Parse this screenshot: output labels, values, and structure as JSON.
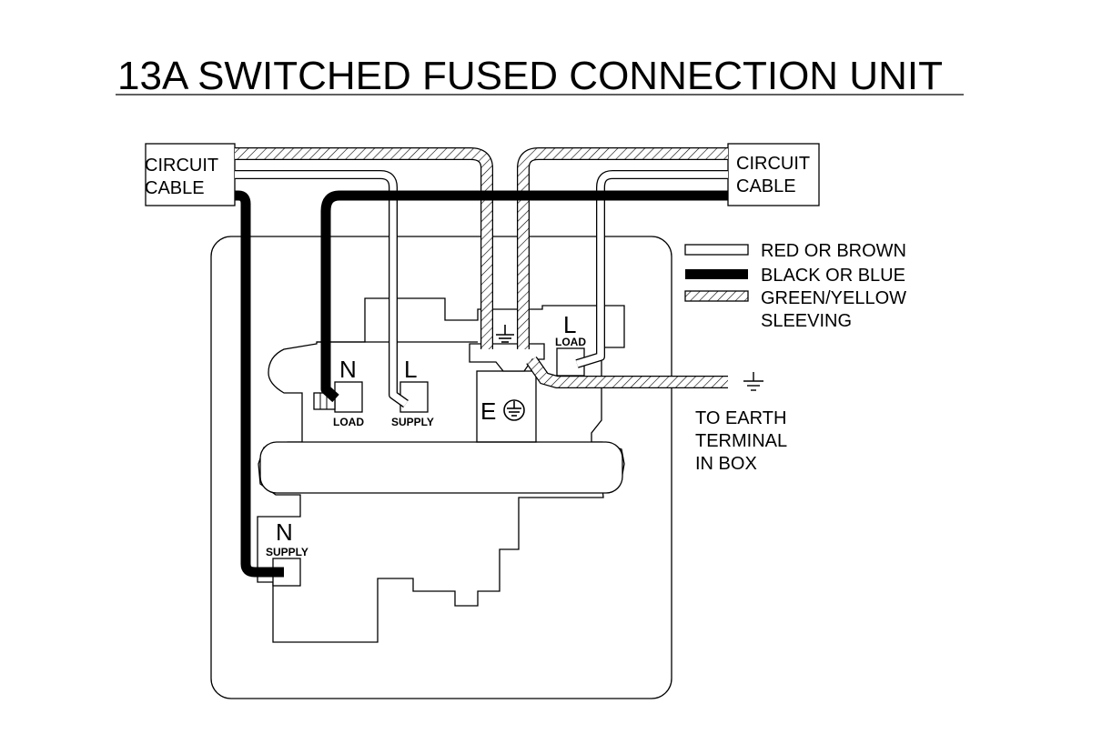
{
  "title": "13A SWITCHED FUSED CONNECTION UNIT",
  "cables": {
    "left_line1": "CIRCUIT",
    "left_line2": "CABLE",
    "right_line1": "CIRCUIT",
    "right_line2": "CABLE"
  },
  "legend": {
    "red": "RED OR BROWN",
    "black": "BLACK OR BLUE",
    "green_line1": "GREEN/YELLOW",
    "green_line2": "SLEEVING"
  },
  "terminals": {
    "n_load_letter": "N",
    "n_load_label": "LOAD",
    "l_supply_letter": "L",
    "l_supply_label": "SUPPLY",
    "l_load_letter": "L",
    "l_load_label": "LOAD",
    "n_supply_letter": "N",
    "n_supply_label": "SUPPLY",
    "earth_letter": "E"
  },
  "earth_note": {
    "line1": "TO EARTH",
    "line2": "TERMINAL",
    "line3": "IN BOX"
  },
  "colors": {
    "line": "#000000",
    "background": "#ffffff"
  }
}
